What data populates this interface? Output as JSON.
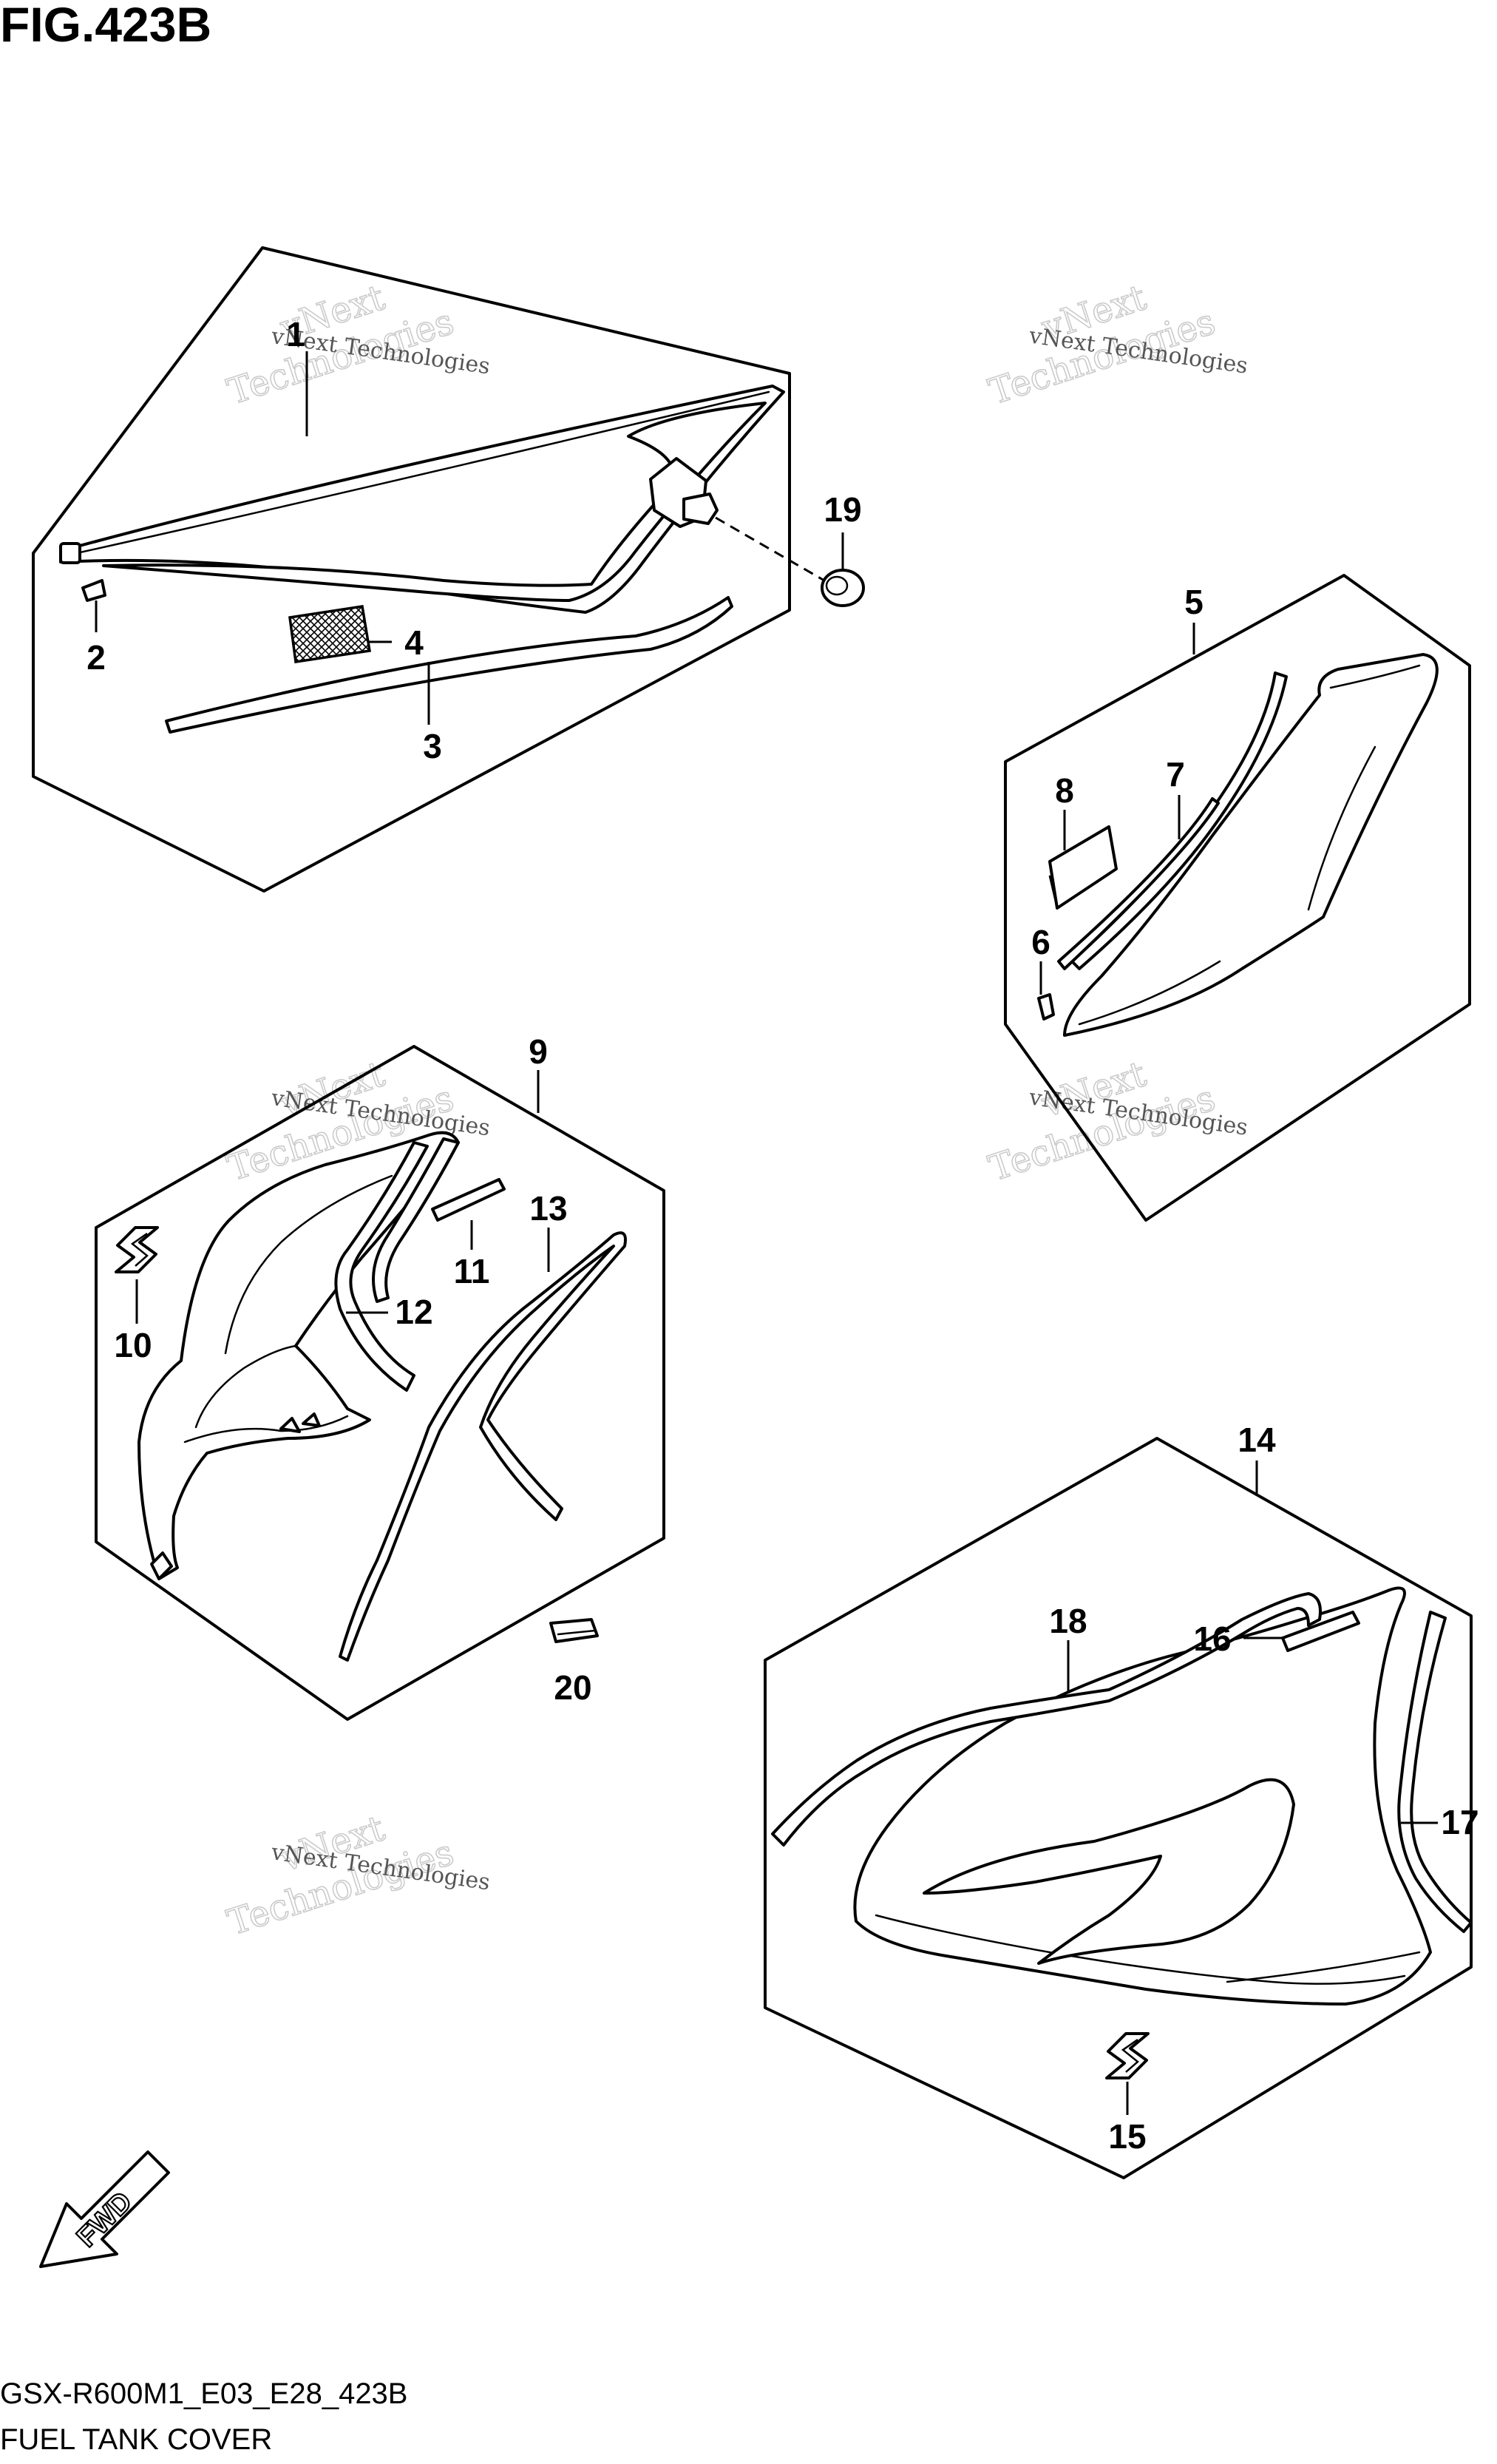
{
  "figure": {
    "title": "FIG.423B",
    "model_code": "GSX-R600M1_E03_E28_423B",
    "caption": "FUEL TANK COVER",
    "fwd_label": "FWD"
  },
  "watermark": {
    "line1": "vNext Technologies",
    "line2": "vNext",
    "line3": "Technologies"
  },
  "callouts": [
    {
      "id": "1",
      "label": "1"
    },
    {
      "id": "2",
      "label": "2"
    },
    {
      "id": "3",
      "label": "3"
    },
    {
      "id": "4",
      "label": "4"
    },
    {
      "id": "5",
      "label": "5"
    },
    {
      "id": "6",
      "label": "6"
    },
    {
      "id": "7",
      "label": "7"
    },
    {
      "id": "8",
      "label": "8"
    },
    {
      "id": "9",
      "label": "9"
    },
    {
      "id": "10",
      "label": "10"
    },
    {
      "id": "11",
      "label": "11"
    },
    {
      "id": "12",
      "label": "12"
    },
    {
      "id": "13",
      "label": "13"
    },
    {
      "id": "14",
      "label": "14"
    },
    {
      "id": "15",
      "label": "15"
    },
    {
      "id": "16",
      "label": "16"
    },
    {
      "id": "17",
      "label": "17"
    },
    {
      "id": "18",
      "label": "18"
    },
    {
      "id": "19",
      "label": "19"
    },
    {
      "id": "20",
      "label": "20"
    }
  ]
}
